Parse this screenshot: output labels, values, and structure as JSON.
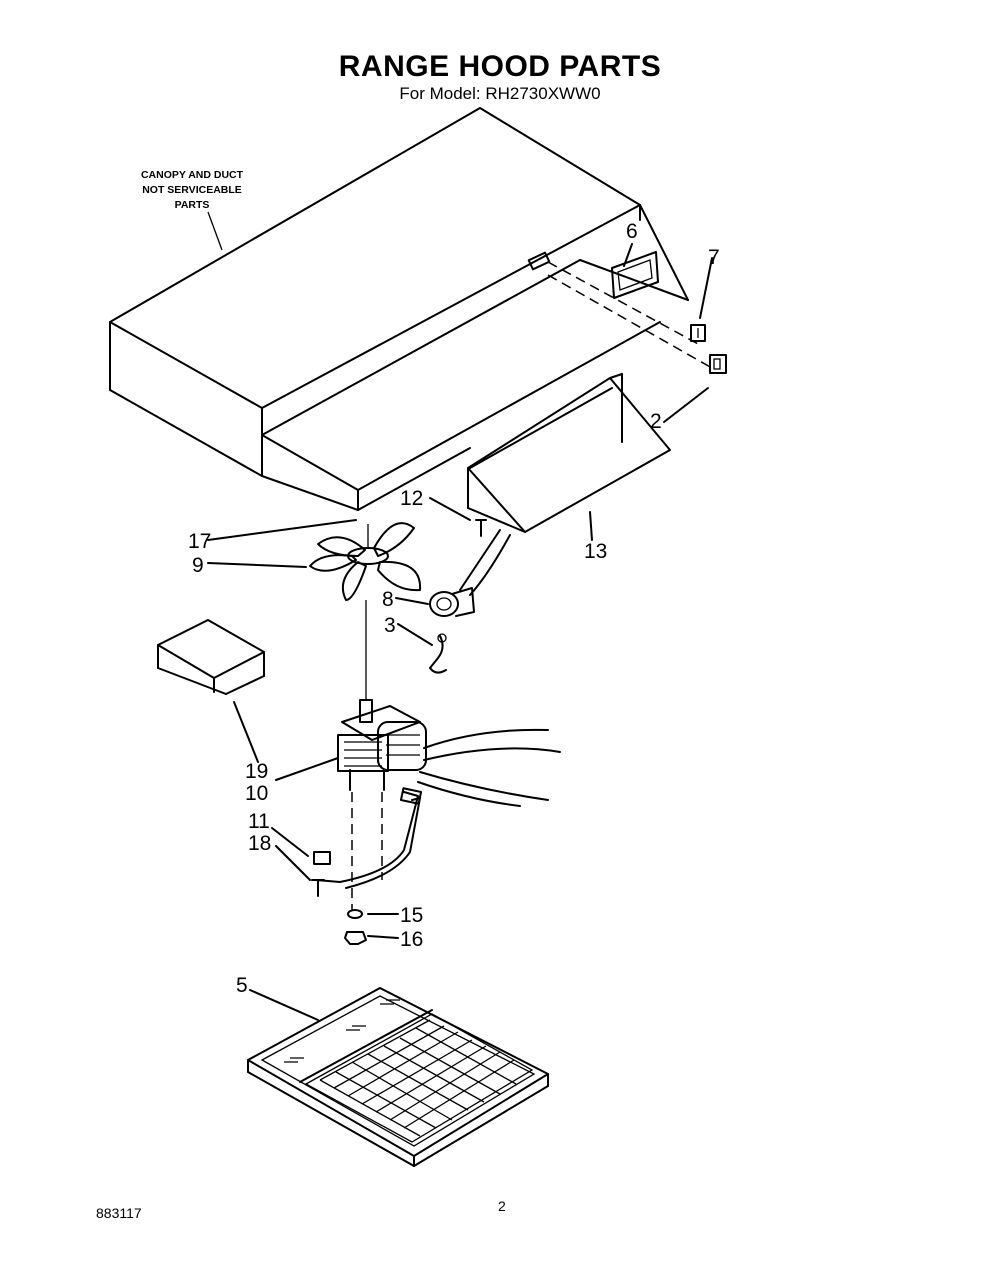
{
  "header": {
    "title": "RANGE HOOD PARTS",
    "subtitle": "For Model: RH2730XWW0"
  },
  "note": {
    "line1": "CANOPY AND DUCT",
    "line2": "NOT SERVICEABLE",
    "line3": "PARTS"
  },
  "callouts": {
    "p2": "2",
    "p3": "3",
    "p5": "5",
    "p6": "6",
    "p7": "7",
    "p8": "8",
    "p9": "9",
    "p10": "10",
    "p11": "11",
    "p12": "12",
    "p13": "13",
    "p15": "15",
    "p16": "16",
    "p17": "17",
    "p18": "18",
    "p19": "19"
  },
  "footer": {
    "code": "883117",
    "page": "2"
  }
}
